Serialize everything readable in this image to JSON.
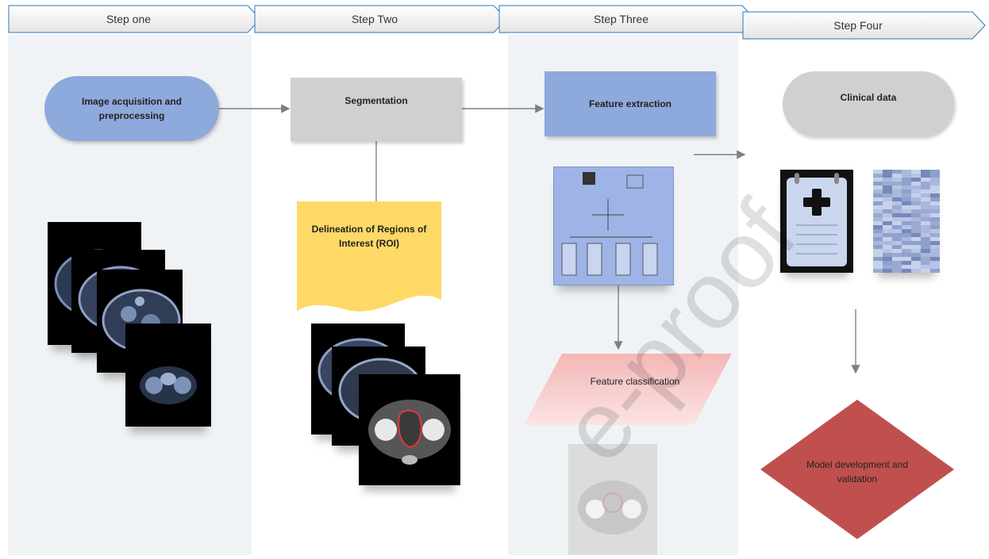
{
  "steps": [
    {
      "label": "Step one"
    },
    {
      "label": "Step Two"
    },
    {
      "label": "Step Three"
    },
    {
      "label": "Step Four"
    }
  ],
  "nodes": {
    "image_acquisition": "Image acquisition and preprocessing",
    "segmentation": "Segmentation",
    "delineation": "Delineation of Regions of Interest (ROI)",
    "feature_extraction": "Feature extraction",
    "feature_classification": "Feature classification",
    "clinical_data": "Clinical data",
    "model_development": "Model development and validation"
  },
  "watermark": "e-proof",
  "colors": {
    "blue_node": "#8ea9db",
    "gray_node": "#d0d0d0",
    "yellow_doc": "#ffd966",
    "pink_para": "#f4b6b6",
    "red_diamond": "#c0504d",
    "column_bg": "#f0f3f5"
  },
  "icons": [
    "clipboard-medical-icon",
    "data-matrix-icon"
  ]
}
